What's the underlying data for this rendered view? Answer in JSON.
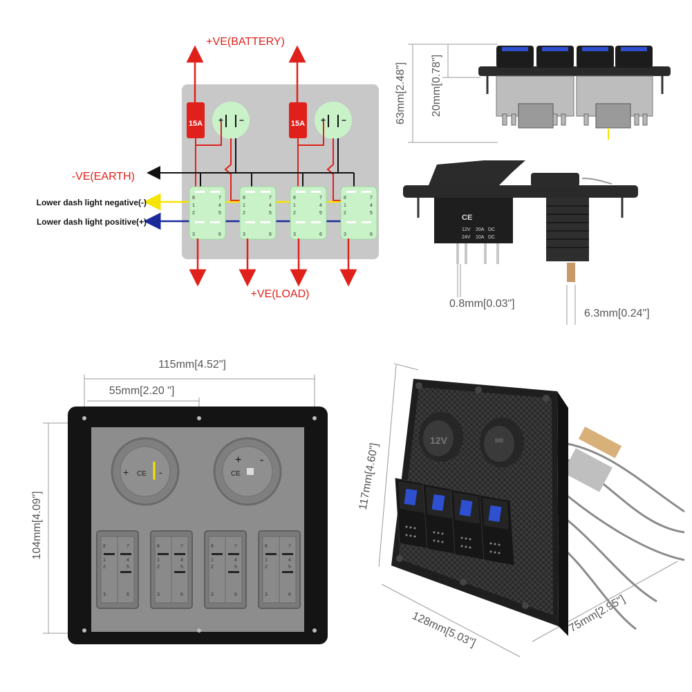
{
  "wiring": {
    "battery_label": "+VE(BATTERY)",
    "earth_label": "-VE(EARTH)",
    "load_label": "+VE(LOAD)",
    "neg_light_label": "Lower dash light negative(-)",
    "pos_light_label": "Lower dash light positive(+)",
    "fuse_label": "15A",
    "pin_labels": [
      "8",
      "7",
      "1",
      "4",
      "2",
      "5",
      "3",
      "6"
    ],
    "colors": {
      "wire_red": "#e0201a",
      "wire_black": "#111111",
      "wire_yellow": "#f5e400",
      "wire_blue": "#1a2a9a",
      "panel_grey": "#c8c8c8",
      "switch_green": "#c9f2c9"
    }
  },
  "side_view": {
    "dim_total": "63mm[2.48\"]",
    "dim_top": "20mm[0.78\"]"
  },
  "cross_section": {
    "switch_marks": [
      "12V",
      "20A",
      "DC",
      "24V",
      "10A",
      "DC"
    ],
    "ce_mark": "CE",
    "dim_pin_width": "0.8mm[0.03\"]",
    "dim_tab_width": "6.3mm[0.24\"]"
  },
  "back_view": {
    "dim_width": "115mm[4.52\"]",
    "dim_spacing": "55mm[2.20 \"]",
    "dim_height": "104mm[4.09\"]",
    "socket_marks": [
      "+",
      "CE",
      "-"
    ],
    "pin_labels": [
      "8",
      "7",
      "1",
      "4",
      "2",
      "5",
      "3",
      "6"
    ]
  },
  "product_view": {
    "dim_height": "117mm[4.60\"]",
    "dim_width": "128mm[5.03\"]",
    "dim_depth": "75mm[2.95\"]",
    "socket_12v_label": "12V"
  }
}
